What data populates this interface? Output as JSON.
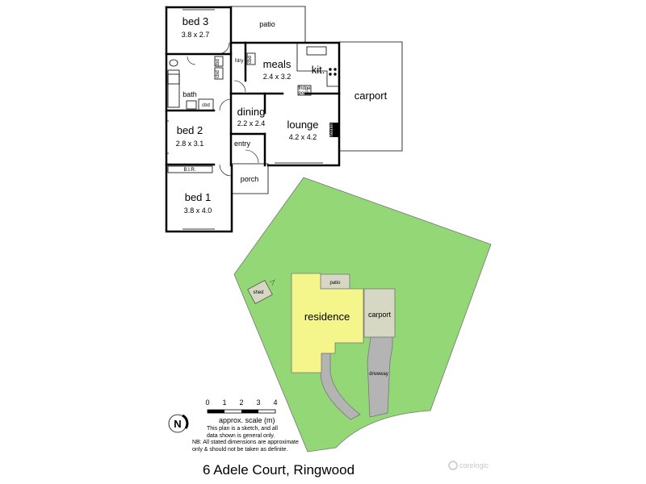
{
  "floor_plan": {
    "rooms": [
      {
        "name": "bed 3",
        "dims": "3.8 x 2.7"
      },
      {
        "name": "patio"
      },
      {
        "name": "meals",
        "dims": "2.4 x 3.2"
      },
      {
        "name": "kit."
      },
      {
        "name": "carport"
      },
      {
        "name": "bath"
      },
      {
        "name": "dining",
        "dims": "2.2 x 2.4"
      },
      {
        "name": "lounge",
        "dims": "4.2 x 4.2"
      },
      {
        "name": "bed 2",
        "dims": "2.8 x 3.1"
      },
      {
        "name": "entry"
      },
      {
        "name": "porch"
      },
      {
        "name": "bed 1",
        "dims": "3.8 x 4.0"
      }
    ],
    "small_labels": {
      "cbd1": "cbd",
      "cbd2": "cbd",
      "cbd3": "cbd",
      "cbd4": "cbd",
      "ldry": "l'dry",
      "fridge_line1": "fridge",
      "fridge_line2": "posn.",
      "bir": "B.I.R.",
      "heater": "heater"
    }
  },
  "site_plan": {
    "labels": {
      "shed": "shed",
      "patio": "patio",
      "residence": "residence",
      "carport": "carport",
      "driveway": "driveway"
    },
    "colors": {
      "lawn": "#93d776",
      "residence": "#f4f68b",
      "paving": "#d6d8c4",
      "driveway": "#b4b4b4"
    }
  },
  "scale": {
    "ticks": [
      "0",
      "1",
      "2",
      "3",
      "4"
    ],
    "caption": "approx. scale (m)",
    "compass": "N"
  },
  "notes": {
    "line1": "This plan is a sketch, and all",
    "line2": "data shown is general only.",
    "line3": "NB: All stated dimensions are approximate",
    "line4": "only & should not be taken as definite."
  },
  "title": "6 Adele Court, Ringwood",
  "logo": "corelogic"
}
